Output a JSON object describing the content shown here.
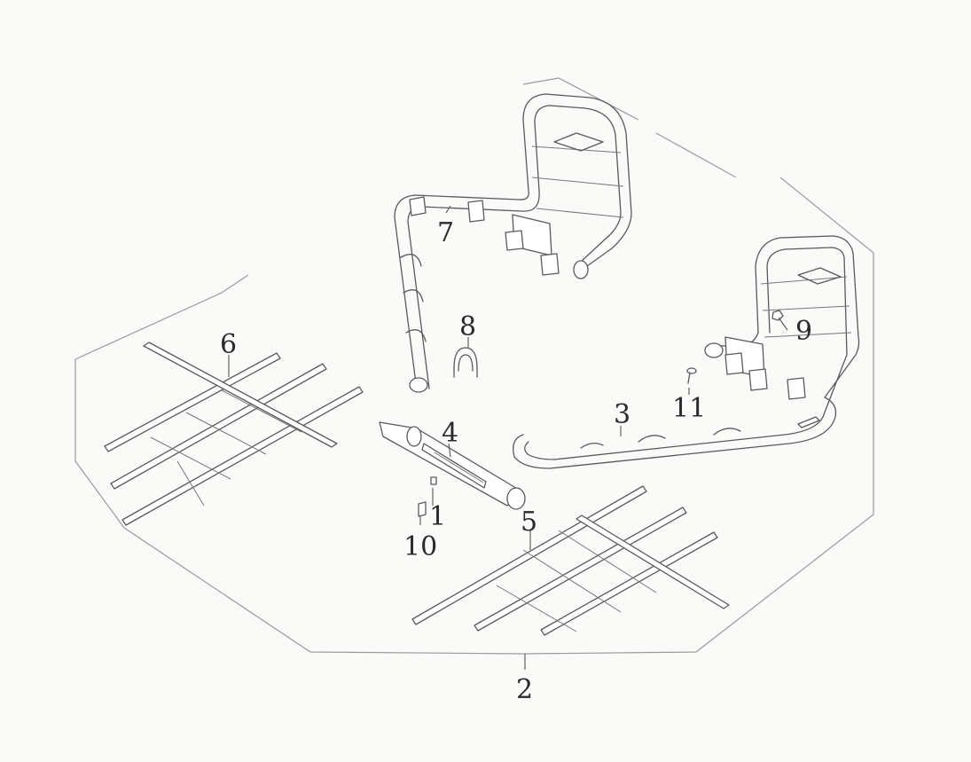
{
  "callouts": {
    "c1": "1",
    "c2": "2",
    "c3": "3",
    "c4": "4",
    "c5": "5",
    "c6": "6",
    "c7": "7",
    "c8": "8",
    "c9": "9",
    "c10": "10",
    "c11": "11"
  },
  "colors": {
    "line": "#5a5a5a",
    "outline": "#9a9a9a",
    "background": "#fafaf8"
  }
}
